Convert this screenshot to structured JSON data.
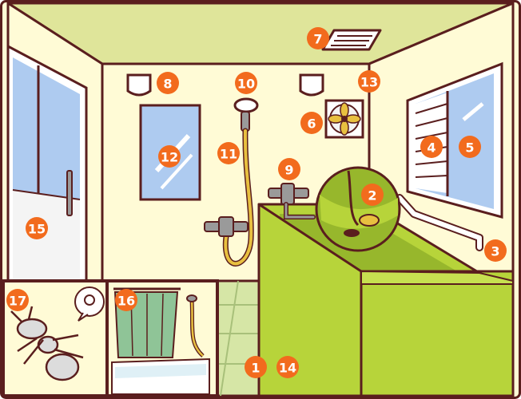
{
  "colors": {
    "outline": "#5a1e1e",
    "ceiling": "#dfe59a",
    "wall": "#fffbd6",
    "floor": "#d6e6a6",
    "floor_line": "#a8c07a",
    "tub": "#b7d43a",
    "tub_inside": "#97b72c",
    "window_glass": "#aecbf0",
    "marker": "#f26b1d",
    "curtain": "#8fc497",
    "hose": "#e8c040",
    "metal": "#9a9a9a"
  },
  "icons": {
    "exhaust_fan": "exhaust-fan-icon",
    "ventilation_fan": "ventilation-fan-icon",
    "shower_head": "shower-head-icon",
    "faucet": "faucet-icon",
    "grab_bar": "grab-bar-icon",
    "mirror": "mirror-icon",
    "drain": "drain-icon",
    "bug": "bug-icon"
  },
  "markers": [
    {
      "id": "marker-1",
      "label": "1"
    },
    {
      "id": "marker-2",
      "label": "2"
    },
    {
      "id": "marker-3",
      "label": "3"
    },
    {
      "id": "marker-4",
      "label": "4"
    },
    {
      "id": "marker-5",
      "label": "5"
    },
    {
      "id": "marker-6",
      "label": "6"
    },
    {
      "id": "marker-7",
      "label": "7"
    },
    {
      "id": "marker-8",
      "label": "8"
    },
    {
      "id": "marker-9",
      "label": "9"
    },
    {
      "id": "marker-10",
      "label": "10"
    },
    {
      "id": "marker-11",
      "label": "11"
    },
    {
      "id": "marker-12",
      "label": "12"
    },
    {
      "id": "marker-13",
      "label": "13"
    },
    {
      "id": "marker-14",
      "label": "14"
    },
    {
      "id": "marker-15",
      "label": "15"
    },
    {
      "id": "marker-16",
      "label": "16"
    },
    {
      "id": "marker-17",
      "label": "17"
    }
  ]
}
